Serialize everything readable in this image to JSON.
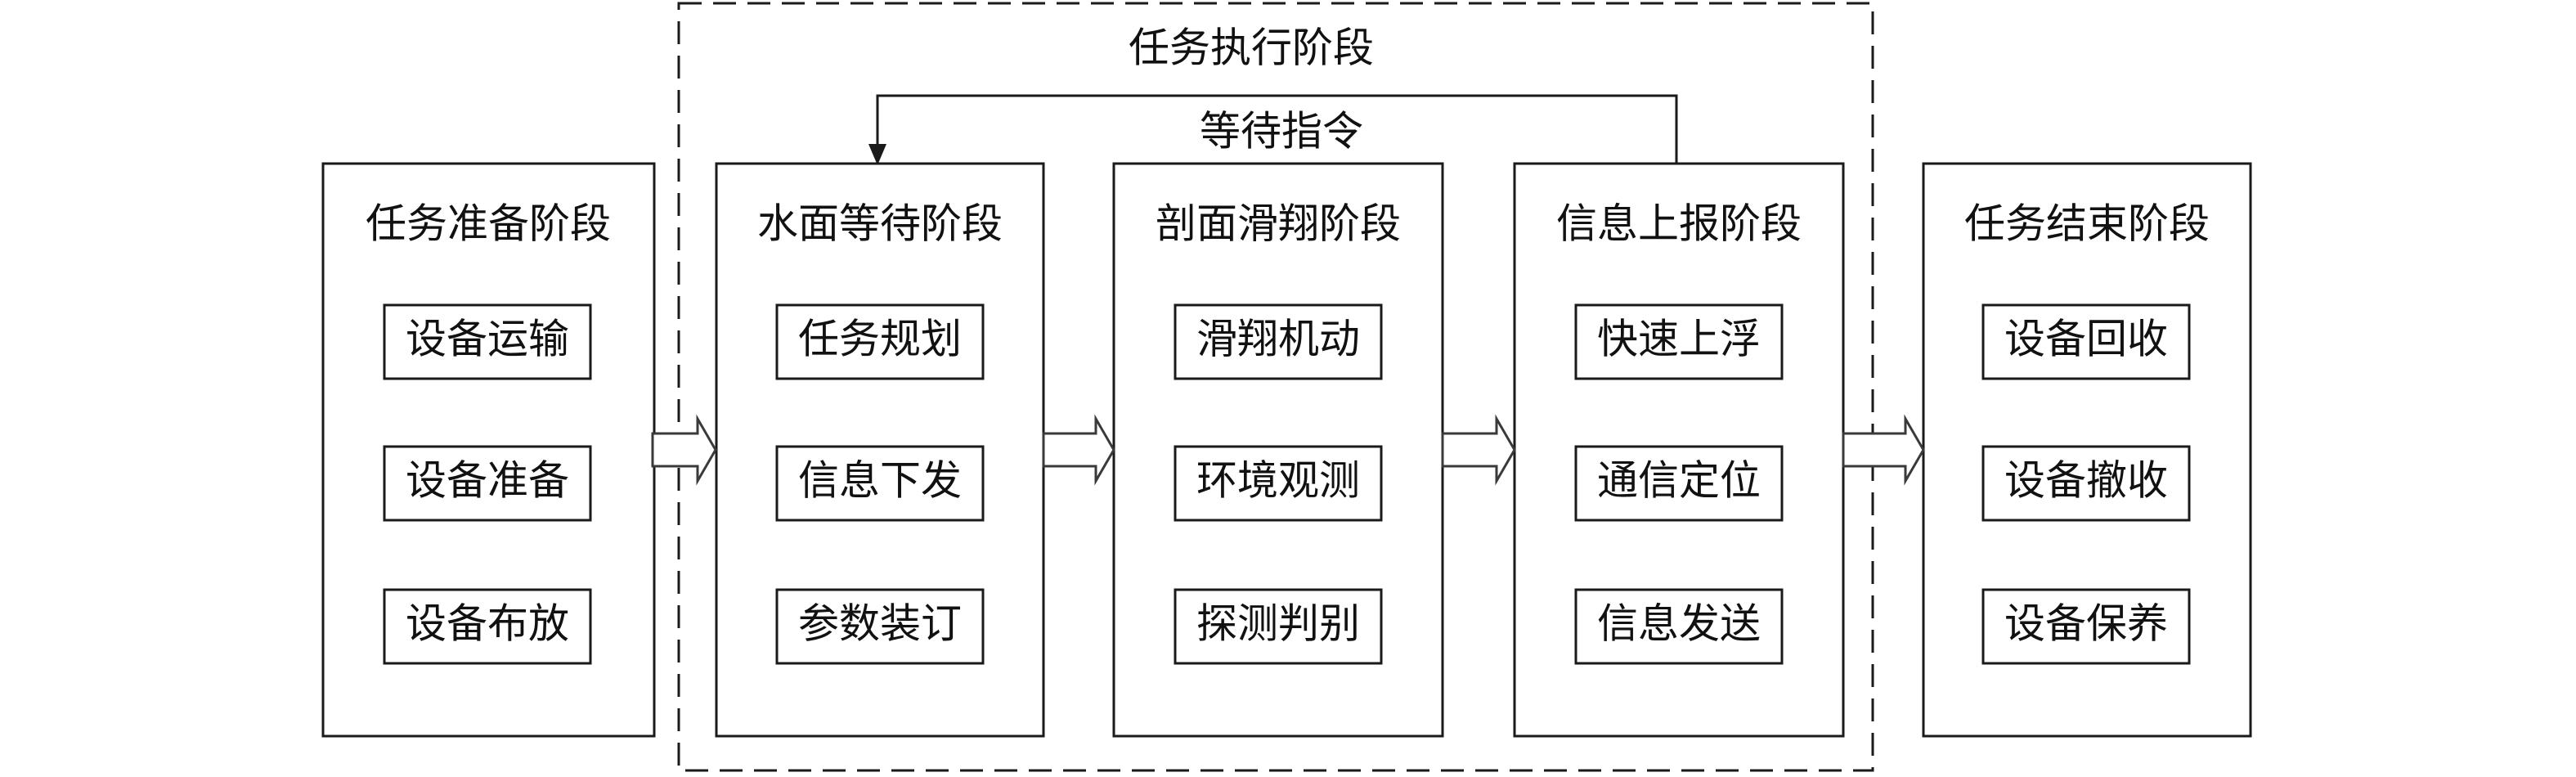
{
  "execution_phase_label": "任务执行阶段",
  "loop_label": "等待指令",
  "stages": [
    {
      "title": "任务准备阶段",
      "steps": [
        "设备运输",
        "设备准备",
        "设备布放"
      ]
    },
    {
      "title": "水面等待阶段",
      "steps": [
        "任务规划",
        "信息下发",
        "参数装订"
      ]
    },
    {
      "title": "剖面滑翔阶段",
      "steps": [
        "滑翔机动",
        "环境观测",
        "探测判别"
      ]
    },
    {
      "title": "信息上报阶段",
      "steps": [
        "快速上浮",
        "通信定位",
        "信息发送"
      ]
    },
    {
      "title": "任务结束阶段",
      "steps": [
        "设备回收",
        "设备撤收",
        "设备保养"
      ]
    }
  ]
}
